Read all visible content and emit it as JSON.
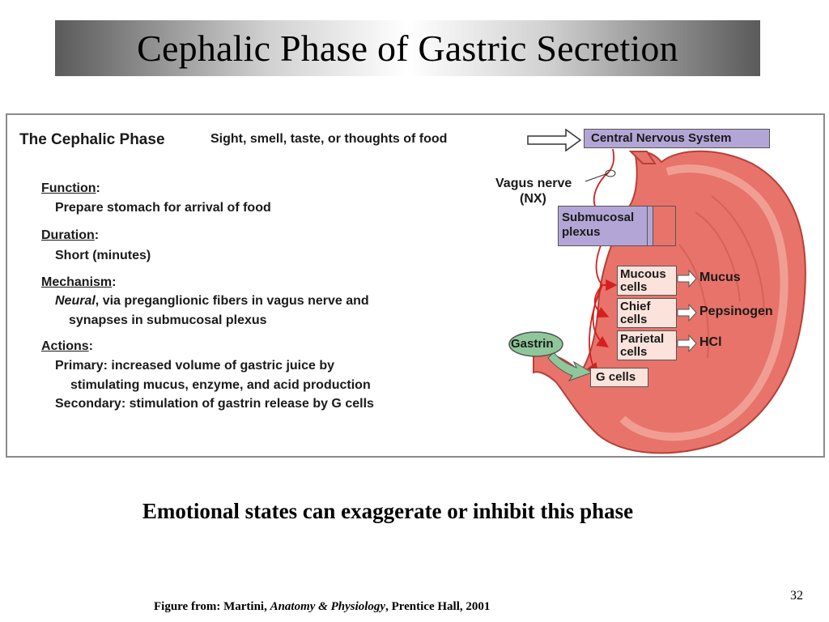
{
  "slide": {
    "title": "Cephalic Phase of Gastric Secretion",
    "caption": "Emotional states can exaggerate or inhibit this phase",
    "page_number": "32",
    "credit_prefix": "Figure from: Martini, ",
    "credit_book": "Anatomy & Physiology",
    "credit_suffix": ", Prentice Hall, 2001"
  },
  "figure": {
    "heading": "The Cephalic Phase",
    "stimulus": "Sight, smell, taste, or thoughts of food",
    "function_label": "Function",
    "function_text": "Prepare stomach for arrival of food",
    "duration_label": "Duration",
    "duration_text": "Short (minutes)",
    "mechanism_label": "Mechanism",
    "mechanism_italic": "Neural",
    "mechanism_text": ", via preganglionic fibers in vagus nerve and",
    "mechanism_text2": "synapses in submucosal plexus",
    "actions_label": "Actions",
    "actions_primary": "Primary: increased volume of gastric juice by",
    "actions_primary2": "stimulating mucus, enzyme, and acid production",
    "actions_secondary": "Secondary: stimulation of gastrin release by G cells",
    "colon": ":"
  },
  "diagram": {
    "cns": "Central Nervous System",
    "vagus": "Vagus nerve",
    "vagus_nx": "(NX)",
    "submucosal_1": "Submucosal",
    "submucosal_2": "plexus",
    "mucous_1": "Mucous",
    "mucous_2": "cells",
    "chief_1": "Chief",
    "chief_2": "cells",
    "parietal_1": "Parietal",
    "parietal_2": "cells",
    "gcells": "G cells",
    "gastrin": "Gastrin",
    "mucus": "Mucus",
    "pepsinogen": "Pepsinogen",
    "hcl": "HCl"
  },
  "colors": {
    "purple_box": "#b3a6d6",
    "pink_box": "#fbe3dc",
    "stomach": "#e8736a",
    "nerve": "#d42020",
    "gastrin_fill": "#8fc79a"
  }
}
